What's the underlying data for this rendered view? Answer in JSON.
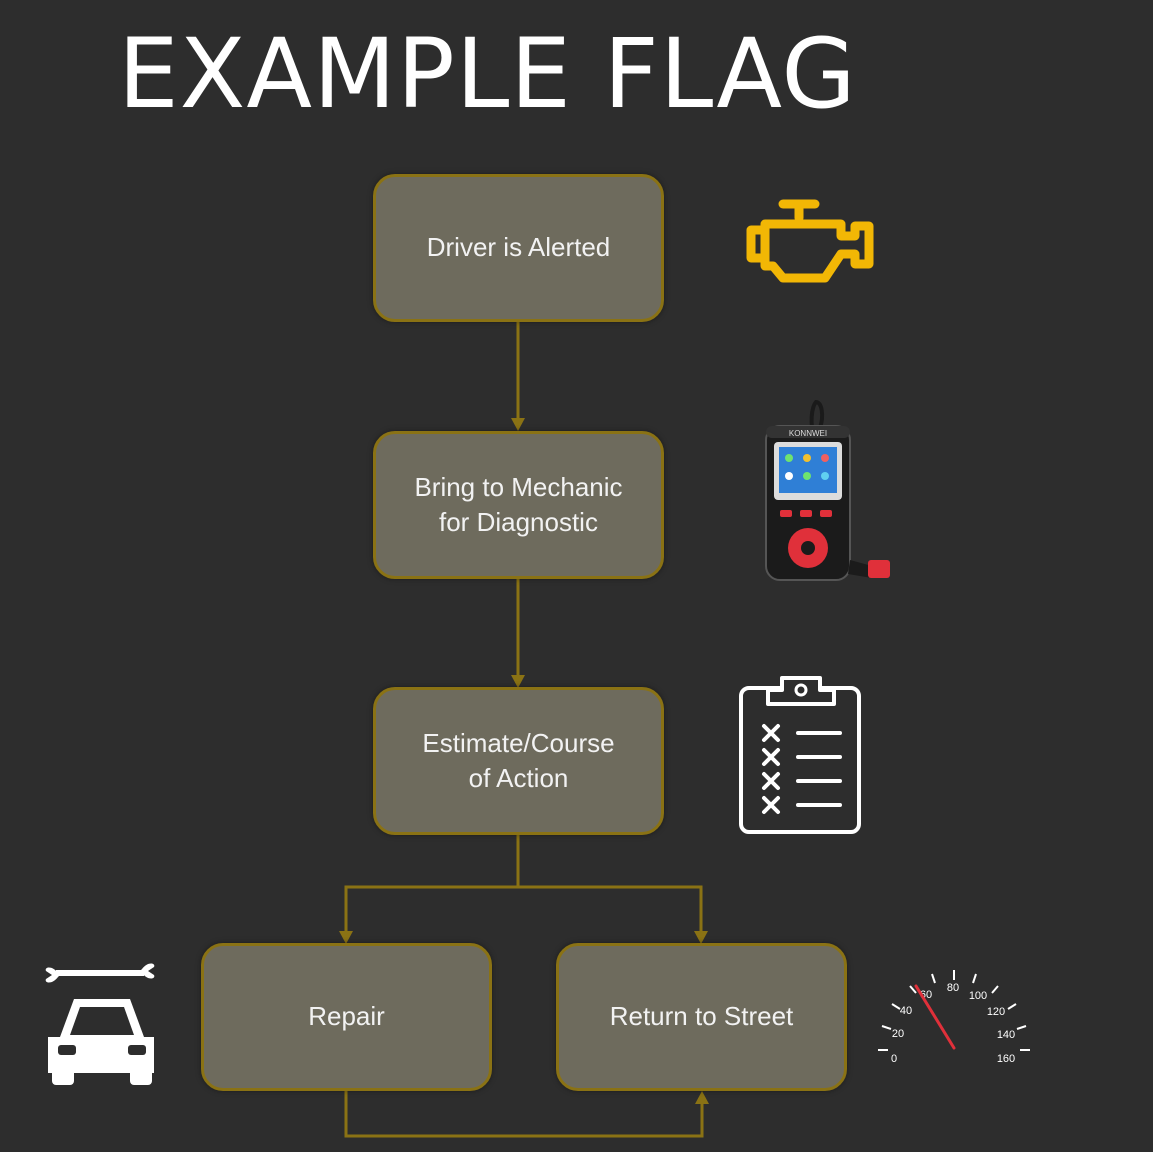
{
  "title": "EXAMPLE FLAG",
  "nodes": {
    "alert": "Driver is Alerted",
    "mechanic": "Bring to Mechanic\nfor Diagnostic",
    "estimate": "Estimate/Course\nof Action",
    "repair": "Repair",
    "return": "Return to Street"
  },
  "scanner_brand": "KONNWEI",
  "speedometer_ticks": [
    "0",
    "20",
    "40",
    "60",
    "80",
    "100",
    "120",
    "140",
    "160"
  ],
  "colors": {
    "background": "#2d2d2d",
    "node_fill": "#6e6b5d",
    "node_border": "#8a7214",
    "connector": "#8a7214",
    "engine_icon": "#f2b705"
  },
  "icons": [
    "check-engine-icon",
    "obd-scanner-icon",
    "clipboard-checklist-icon",
    "car-repair-icon",
    "speedometer-icon"
  ]
}
